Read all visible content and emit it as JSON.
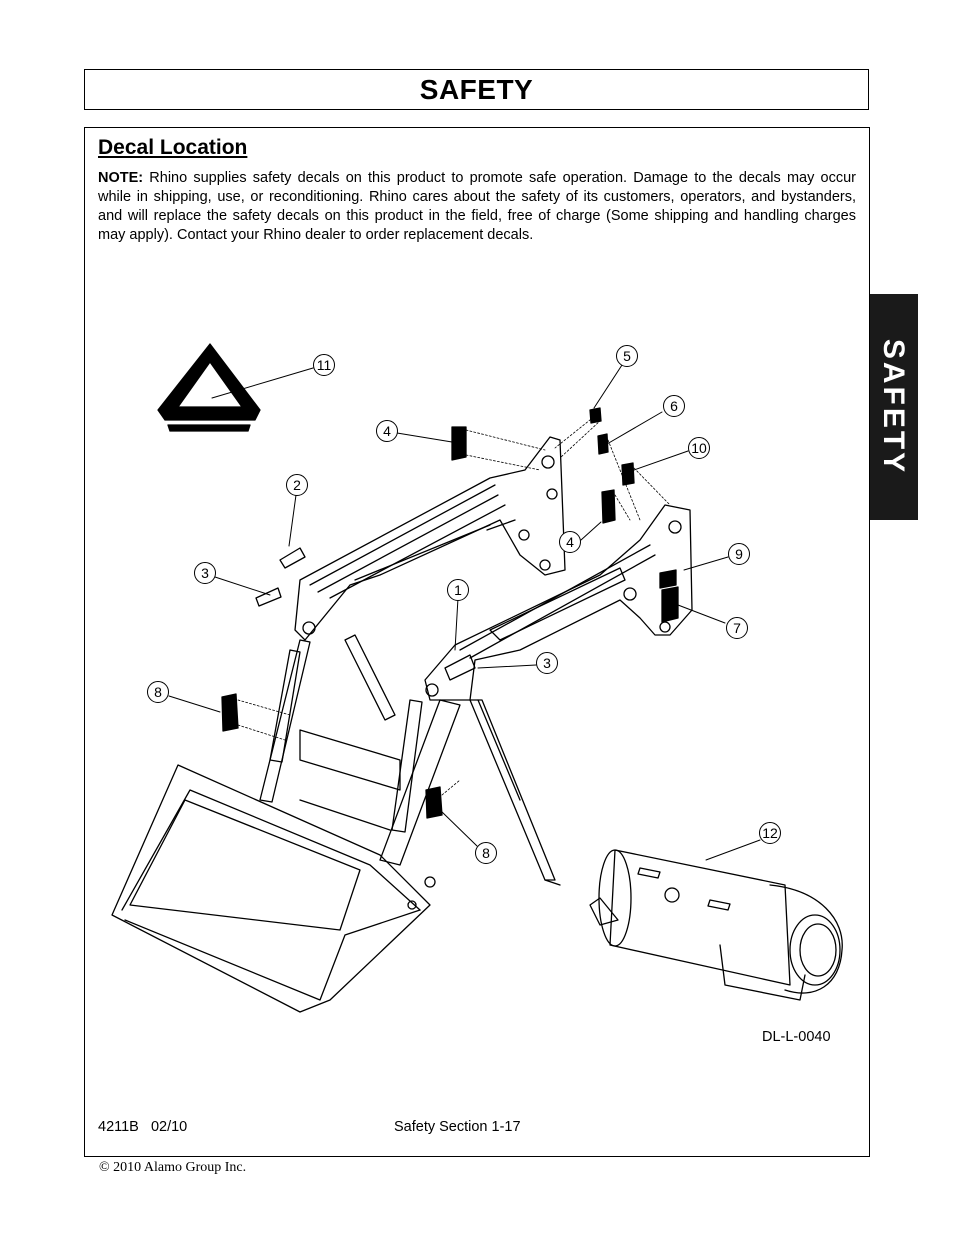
{
  "header": {
    "title": "SAFETY"
  },
  "side_tab": {
    "label": "SAFETY"
  },
  "section": {
    "heading": "Decal Location",
    "note_label": "NOTE:",
    "note_text": "Rhino supplies safety decals on this product to promote safe operation. Damage to the decals may occur while in shipping, use, or reconditioning. Rhino cares about the safety of its customers, operators, and bystanders, and will replace the safety decals on this product in the field, free of charge (Some shipping and handling charges may apply). Contact your Rhino dealer to order replacement decals."
  },
  "diagram": {
    "drawing_id": "DL-L-0040",
    "callouts": [
      "11",
      "5",
      "6",
      "4",
      "10",
      "2",
      "4",
      "9",
      "3",
      "1",
      "7",
      "3",
      "8",
      "8",
      "12"
    ]
  },
  "footer": {
    "doc_code": "4211B",
    "date": "02/10",
    "page_label": "Safety Section 1-17",
    "copyright": "© 2010 Alamo Group Inc."
  }
}
